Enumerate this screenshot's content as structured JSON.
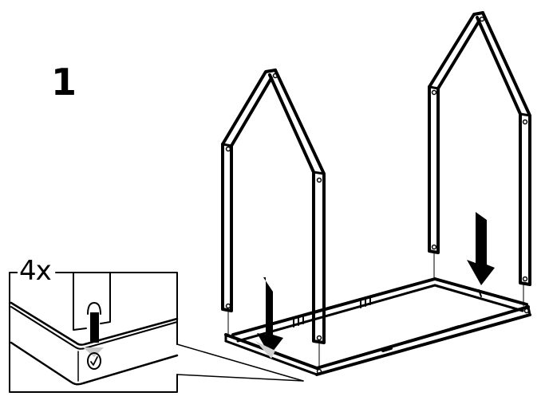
{
  "diagram": {
    "type": "assembly-instruction",
    "step_number": "1",
    "detail_callout": {
      "quantity_label": "4x",
      "description": "Peg on frame leg inserted into hole on base rail (repeated 4 times)"
    },
    "parts": [
      {
        "name": "left-house-frame",
        "shape": "house-shaped frame with peaked roof"
      },
      {
        "name": "right-house-frame",
        "shape": "house-shaped frame with peaked roof"
      },
      {
        "name": "rectangular-base-frame",
        "shape": "rectangular base rail frame"
      }
    ],
    "arrows": [
      {
        "name": "down-arrow-front",
        "direction": "down"
      },
      {
        "name": "down-arrow-back",
        "direction": "down"
      }
    ],
    "colors": {
      "line": "#000000",
      "background": "#ffffff",
      "arrow_shadow": "#c8c8c8"
    }
  }
}
